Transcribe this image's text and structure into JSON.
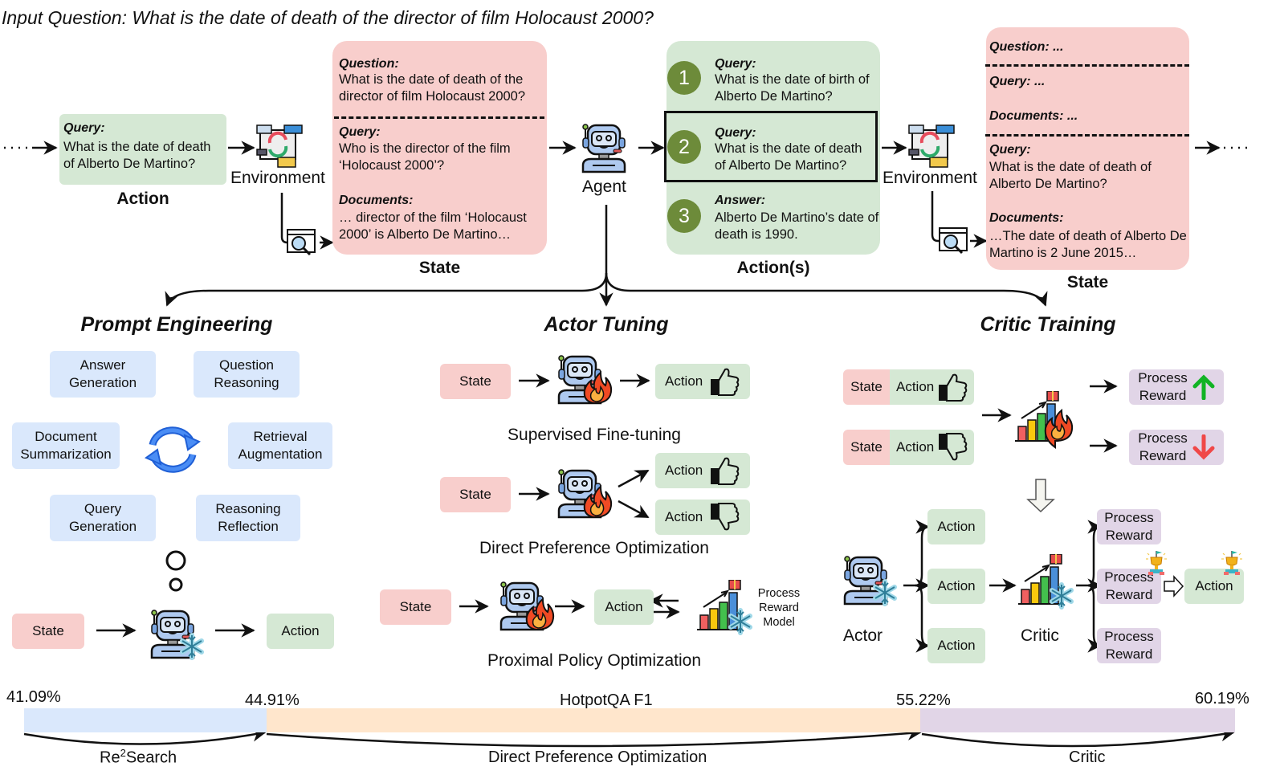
{
  "input_question": "Input Question: What is the date of death of the director of film Holocaust 2000?",
  "top": {
    "action1": {
      "label": "Query:",
      "text": "What is the date of death of Alberto De Martino?",
      "caption": "Action"
    },
    "environment_label": "Environment",
    "state1": {
      "question_label": "Question:",
      "question_text": "What is the date of death of the director of film Holocaust 2000?",
      "query_label": "Query:",
      "query_text": "Who is the director of the film ‘Holocaust 2000’?",
      "documents_label": "Documents:",
      "documents_text": "… director of the film ‘Holocaust 2000’ is Alberto De Martino…",
      "caption": "State"
    },
    "agent_label": "Agent",
    "actions": {
      "caption": "Action(s)",
      "items": [
        {
          "num": "1",
          "label": "Query:",
          "text": "What is the date of birth of Alberto De Martino?",
          "selected": false
        },
        {
          "num": "2",
          "label": "Query:",
          "text": "What is the date of death of Alberto De Martino?",
          "selected": true
        },
        {
          "num": "3",
          "label": "Answer:",
          "text": "Alberto De Martino’s date of death is 1990.",
          "selected": false
        }
      ]
    },
    "state2": {
      "question_label": "Question: ...",
      "query_label_short": "Query: ...",
      "documents_label_short": "Documents: ...",
      "query_label": "Query:",
      "query_text": "What is the date of death of Alberto De Martino?",
      "documents_label": "Documents:",
      "documents_text": "…The date of death of Alberto De Martino is 2 June 2015…",
      "caption": "State"
    }
  },
  "prompt_engineering": {
    "title": "Prompt Engineering",
    "items": [
      "Answer Generation",
      "Question Reasoning",
      "Document Summarization",
      "Retrieval Augmentation",
      "Query Generation",
      "Reasoning Reflection"
    ],
    "state": "State",
    "action": "Action"
  },
  "actor_tuning": {
    "title": "Actor Tuning",
    "sft": {
      "state": "State",
      "action": "Action",
      "caption": "Supervised Fine-tuning"
    },
    "dpo": {
      "state": "State",
      "action_good": "Action",
      "action_bad": "Action",
      "caption": "Direct Preference Optimization"
    },
    "ppo": {
      "state": "State",
      "action": "Action",
      "reward_model": "Process Reward Model",
      "caption": "Proximal Policy Optimization"
    }
  },
  "critic_training": {
    "title": "Critic Training",
    "train": {
      "state": "State",
      "action": "Action",
      "reward": "Process Reward"
    },
    "actor_label": "Actor",
    "critic_label": "Critic",
    "action": "Action",
    "reward": "Process Reward"
  },
  "progress": {
    "metric": "HotpotQA F1",
    "colors": {
      "re2search": "#dae8fc",
      "dpo": "#ffe6cc",
      "critic": "#e1d5e7"
    },
    "points": [
      "41.09%",
      "44.91%",
      "55.22%",
      "60.19%"
    ],
    "values": [
      41.09,
      44.91,
      55.22,
      60.19
    ],
    "stages": [
      "Re",
      "2",
      "Search",
      "Direct Preference Optimization",
      "Critic"
    ]
  }
}
